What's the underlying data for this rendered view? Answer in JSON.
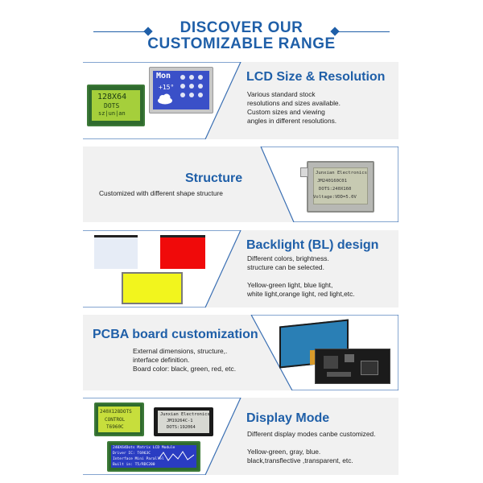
{
  "header": {
    "line1": "DISCOVER OUR",
    "line2": "CUSTOMIZABLE RANGE"
  },
  "sections": [
    {
      "title": "LCD Size & Resolution",
      "desc": [
        "Various standard stock",
        "resolutions and sizes available.",
        "Custom sizes and viewing",
        "angles in different resolutions."
      ],
      "lcd_green": {
        "line1": "128X64",
        "line2": "DOTS",
        "line3": "sz|un|an"
      },
      "lcd_blue": {
        "day": "Mon",
        "temp": "+15°"
      }
    },
    {
      "title": "Structure",
      "desc": [
        "Customized with different shape structure"
      ],
      "lcd": {
        "line1": "Junxian Electronics",
        "line2": "JM240160C01",
        "line3": "DOTS:240X160",
        "line4": "Voltage:VDD=5.0V"
      }
    },
    {
      "title": "Backlight (BL) design",
      "desc": [
        "Different colors, brightness.",
        "structure can be selected.",
        "",
        "Yellow-green light, blue light,",
        "white light,orange light, red light,etc."
      ]
    },
    {
      "title": "PCBA board customization",
      "desc": [
        "External dimensions, structure,.",
        "interface definition.",
        "Board color: black, green, red, etc."
      ]
    },
    {
      "title": "Display Mode",
      "desc": [
        "Different display modes canbe customized.",
        "",
        "Yellow-green, gray, blue.",
        "black,transflective ,transparent, etc."
      ],
      "lcd_yellow": {
        "line1": "240X128DOTS",
        "line2": "CONTROL",
        "line3": "T6960C"
      },
      "lcd_gray": {
        "line1": "Junxian Electronics",
        "line2": "JM19264C-1",
        "line3": "DOTS:192064"
      },
      "lcd_blue": {
        "line1": "240X64Dots Matrix LCD Module",
        "line2": "Driver IC: T6963C",
        "line3": "Interface Mini Parallel",
        "line4": "Built in: T5/RDC200"
      }
    }
  ]
}
